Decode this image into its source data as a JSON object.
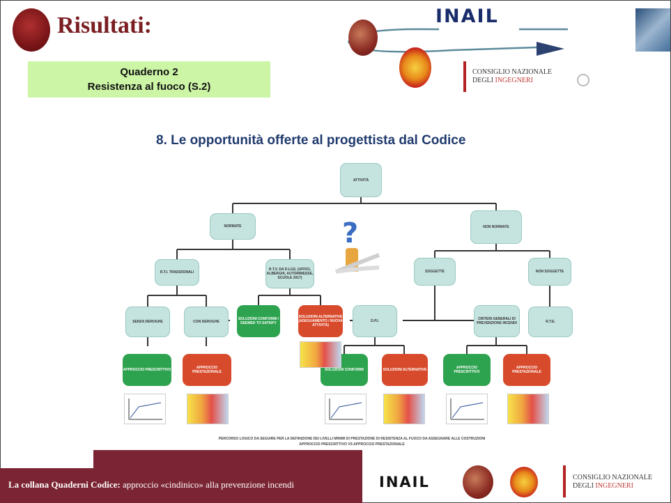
{
  "header": {
    "title": "Risultati:",
    "quaderno_line1": "Quaderno 2",
    "quaderno_line2": "Resistenza al fuoco (S.2)"
  },
  "logos": {
    "inail": "INAIL",
    "cni_line1": "CONSIGLIO NAZIONALE",
    "cni_line2_a": "DEGLI ",
    "cni_line2_b": "INGEGNERI"
  },
  "slide": {
    "heading": "8.   Le opportunità offerte al progettista dal Codice",
    "nodes": {
      "attivita": "ATTIVITÀ",
      "normate": "NORMATE",
      "non_normate": "NON NORMATE",
      "rt_tradizionali": "R.T.I. TRADIZIONALI",
      "rtv": "R.T.V. DA D.LGS. (UFFICI, ALBERGHI, AUTORIMESSE, SCUOLE 2017)",
      "soggette": "SOGGETTE",
      "non_soggette": "NON SOGGETTE",
      "senza_deroghe": "SENZA DEROGHE",
      "con_deroghe": "CON DEROGHE",
      "soluzioni_conformi": "SOLUZIONI CONFORMI / DEEMED TO SATISFY",
      "soluzioni_alternative": "SOLUZIONI ALTERNATIVE (ADEGUAMENTO / NUOVA ATTIVITÀ)",
      "dpi": "D.P.I.",
      "criteri": "CRITERI GENERALI DI PREVENZIONE INCENDI",
      "rte": "R.T.E.",
      "approccio_prescrittivo": "APPROCCIO PRESCRITTIVO",
      "approccio_prestazionale": "APPROCCIO PRESTAZIONALE",
      "soluzioni_conformi_2": "SOLUZIONI CONFORMI",
      "soluzioni_alternative_2": "SOLUZIONI ALTERNATIVE"
    },
    "caption_line1": "PERCORSO LOGICO DA SEGUIRE PER LA DEFINIZIONE DEI LIVELLI MINIMI DI PRESTAZIONE DI RESISTENZA AL FUOCO DA ASSEGNARE ALLE COSTRUZIONI",
    "caption_line2": "APPROCCIO PRESCRITTIVO VS APPROCCIO PRESTAZIONALE",
    "question_mark": "?"
  },
  "footer": {
    "bold": "La collana Quaderni Codice:",
    "rest": " approccio «cindinico» alla prevenzione incendi"
  },
  "colors": {
    "title": "#7a1e22",
    "footer_bg": "#7b2433",
    "green_box": "#ccf5a6",
    "node_blue": "#c5e3df",
    "node_green": "#2ea34f",
    "node_red": "#d84a2c",
    "heading": "#1f3a6e"
  }
}
